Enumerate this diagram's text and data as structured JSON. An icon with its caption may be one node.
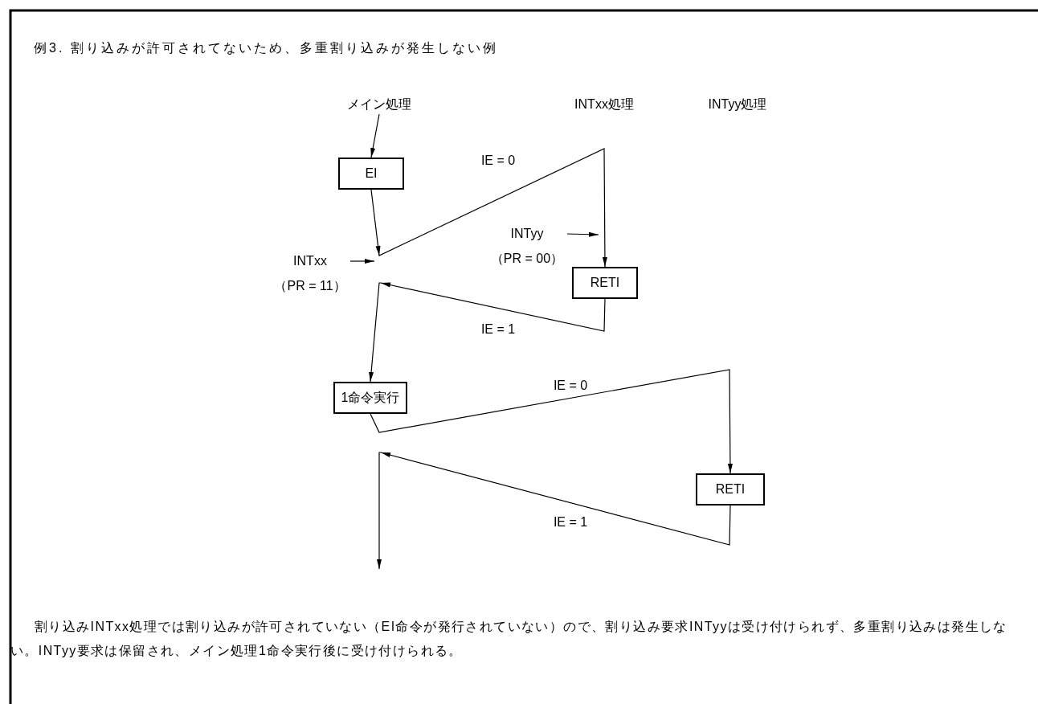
{
  "diagram": {
    "title": "例3. 割り込みが許可されてないため、多重割り込みが発生しない例",
    "caption": "割り込みINTxx処理では割り込みが許可されていない（EI命令が発行されていない）ので、割り込み要求INTyyは受け付けられず、多重割り込みは発生しない。INTyy要求は保留され、メイン処理1命令実行後に受け付けられる。",
    "nodes": [
      {
        "text": [
          "メイン処理"
        ]
      },
      {
        "text": [
          "EI"
        ]
      },
      {
        "text": [
          "RETI"
        ]
      },
      {
        "text": [
          "1命令実行"
        ]
      },
      {
        "text": [
          "RETI"
        ]
      },
      {
        "text": [
          "INTxx",
          "（PR = 11）"
        ]
      },
      {
        "text": [
          "INTyy",
          "（PR = 00）"
        ]
      }
    ],
    "edges": [
      {
        "from": 0,
        "to": 1,
        "arrow": "to"
      },
      {
        "from": 1,
        "to": 2,
        "arrow": "to",
        "label": "IE = 0"
      },
      {
        "from": 5,
        "to": null,
        "arrow": "to"
      },
      {
        "from": 6,
        "to": null,
        "arrow": "to"
      },
      {
        "from": 2,
        "to": 3,
        "arrow": "to",
        "label": "IE = 1"
      },
      {
        "from": 3,
        "to": 4,
        "arrow": "to",
        "label": "IE = 0"
      },
      {
        "from": 4,
        "to": null,
        "arrow": "to",
        "label": "IE = 1"
      }
    ],
    "labels": [
      "INTxx処理",
      "INTyy処理"
    ]
  }
}
